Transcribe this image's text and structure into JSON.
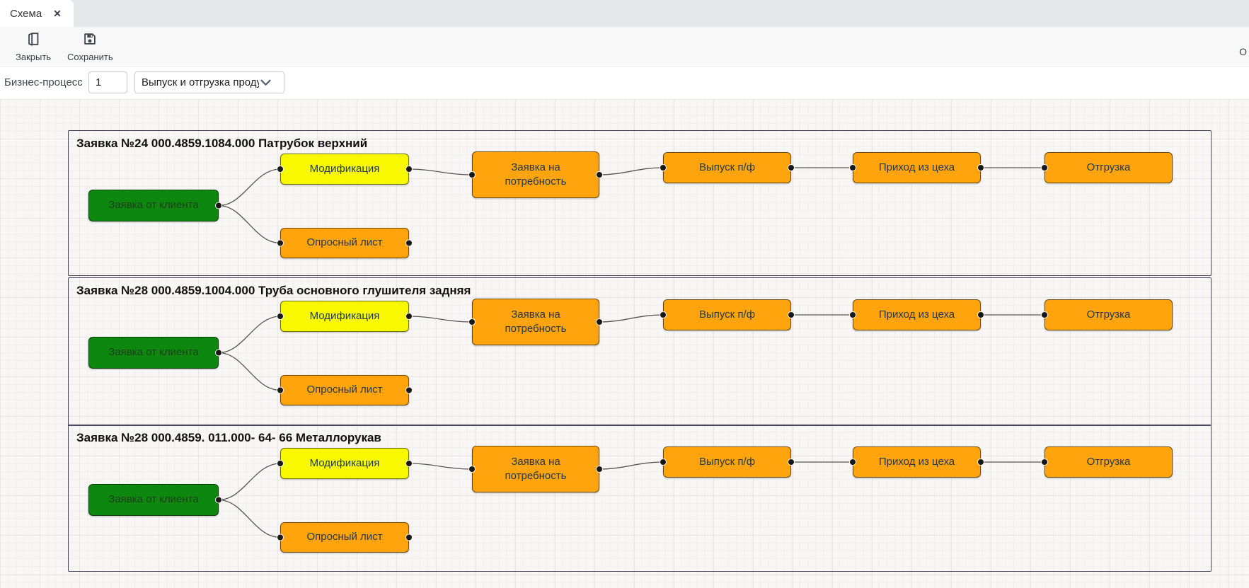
{
  "tab": {
    "title": "Схема",
    "close_icon": "✕"
  },
  "toolbar": {
    "close_label": "Закрыть",
    "save_label": "Сохранить",
    "overflow_text": "O"
  },
  "form": {
    "label": "Бизнес-процесс",
    "process_number": "1",
    "process_name": "Выпуск и отгрузка проду"
  },
  "diagram": {
    "colors": {
      "green_node": "#0e870e",
      "yellow_node": "#f8f800",
      "orange_node": "#ffa40c",
      "lane_border": "#44445a",
      "wire": "#555555"
    },
    "node_labels": {
      "client_request": "Заявка от клиента",
      "modification": "Модификация",
      "questionnaire": "Опросный лист",
      "demand_request": "Заявка на потребность",
      "semi_output": "Выпуск п/ф",
      "shop_arrival": "Приход из цеха",
      "shipment": "Отгрузка"
    },
    "lanes": [
      {
        "title": "Заявка №24 000.4859.1084.000 Патрубок верхний"
      },
      {
        "title": "Заявка №28 000.4859.1004.000 Труба основного глушителя задняя"
      },
      {
        "title": "Заявка №28 000.4859. 011.000- 64- 66 Металлорукав"
      }
    ]
  }
}
